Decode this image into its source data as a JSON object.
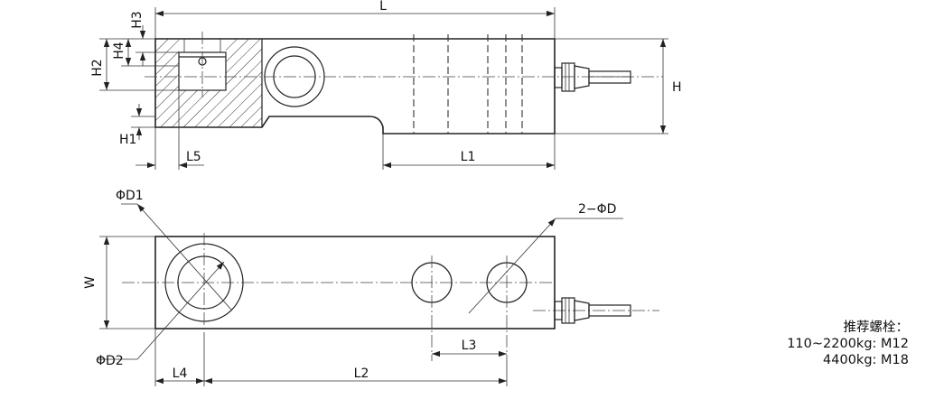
{
  "labels": {
    "L": "L",
    "L1": "L1",
    "L2": "L2",
    "L3": "L3",
    "L4": "L4",
    "L5": "L5",
    "H": "H",
    "H1": "H1",
    "H2": "H2",
    "H3": "H3",
    "H4": "H4",
    "W": "W",
    "D1": "ΦD1",
    "D2": "ΦD2",
    "D": "2−ΦD"
  },
  "note": {
    "title": "推荐螺栓：",
    "line1": "110~2200kg: M12",
    "line2": "4400kg: M18"
  }
}
